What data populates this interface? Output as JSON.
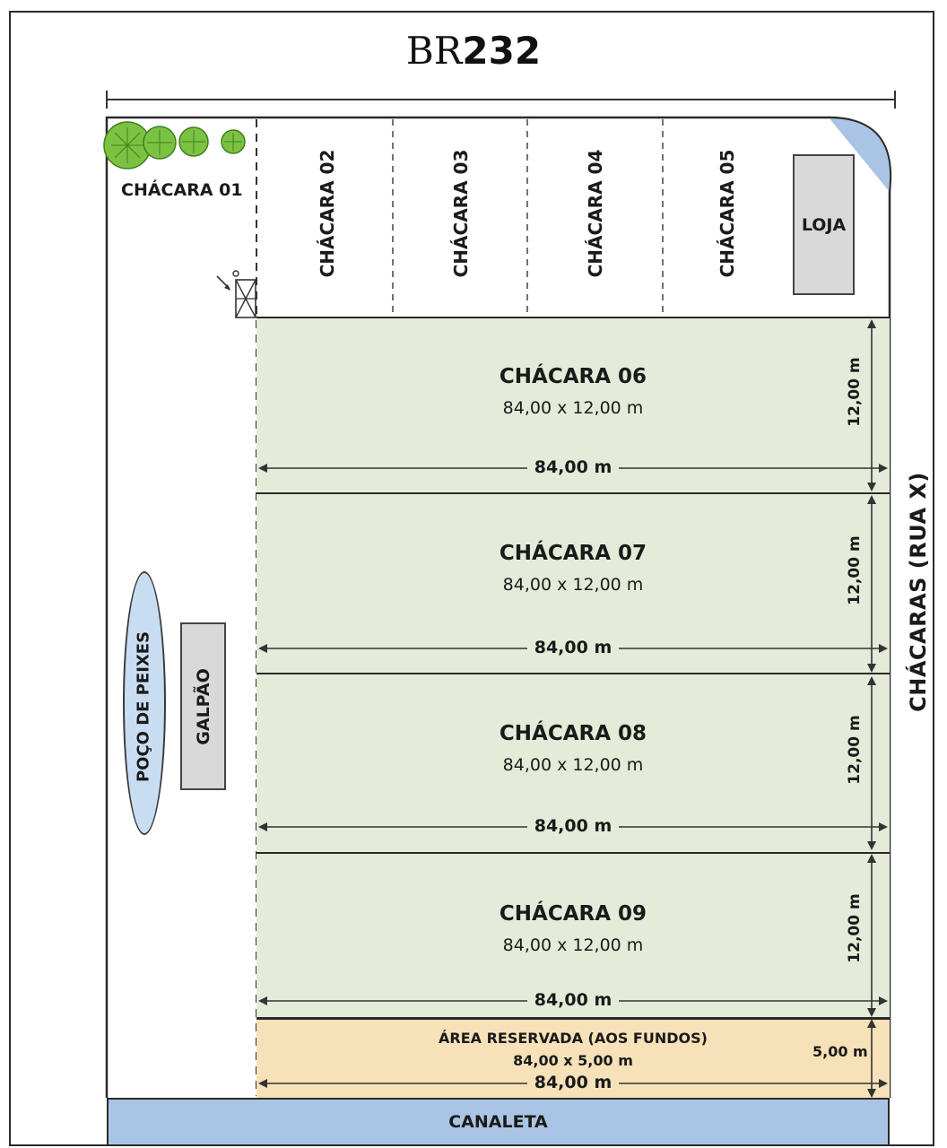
{
  "title": {
    "part1": "BR",
    "part2": "232"
  },
  "top_lots": [
    "CHÁCARA 01",
    "CHÁCARA 02",
    "CHÁCARA 03",
    "CHÁCARA 04",
    "CHÁCARA 05"
  ],
  "loja": "LOJA",
  "lots": [
    {
      "name": "CHÁCARA 06",
      "size": "84,00 x 12,00 m",
      "width": "84,00 m",
      "depth": "12,00 m"
    },
    {
      "name": "CHÁCARA 07",
      "size": "84,00 x 12,00 m",
      "width": "84,00 m",
      "depth": "12,00 m"
    },
    {
      "name": "CHÁCARA 08",
      "size": "84,00 x 12,00 m",
      "width": "84,00 m",
      "depth": "12,00 m"
    },
    {
      "name": "CHÁCARA 09",
      "size": "84,00 x 12,00 m",
      "width": "84,00 m",
      "depth": "12,00 m"
    }
  ],
  "reserved": {
    "name": "ÁREA RESERVADA (AOS FUNDOS)",
    "size": "84,00 x 5,00 m",
    "width": "84,00 m",
    "depth": "5,00 m"
  },
  "canaleta": "CANALETA",
  "poco": "POÇO DE PEIXES",
  "galpao": "GALPÃO",
  "street": "CHÁCARAS (RUA X)",
  "colors": {
    "lot_fill": "#e4ecd9",
    "reserved_fill": "#f7e1b8",
    "water": "#c9ddf2",
    "canaleta": "#a9c4e4",
    "trees": "#7cc242"
  }
}
